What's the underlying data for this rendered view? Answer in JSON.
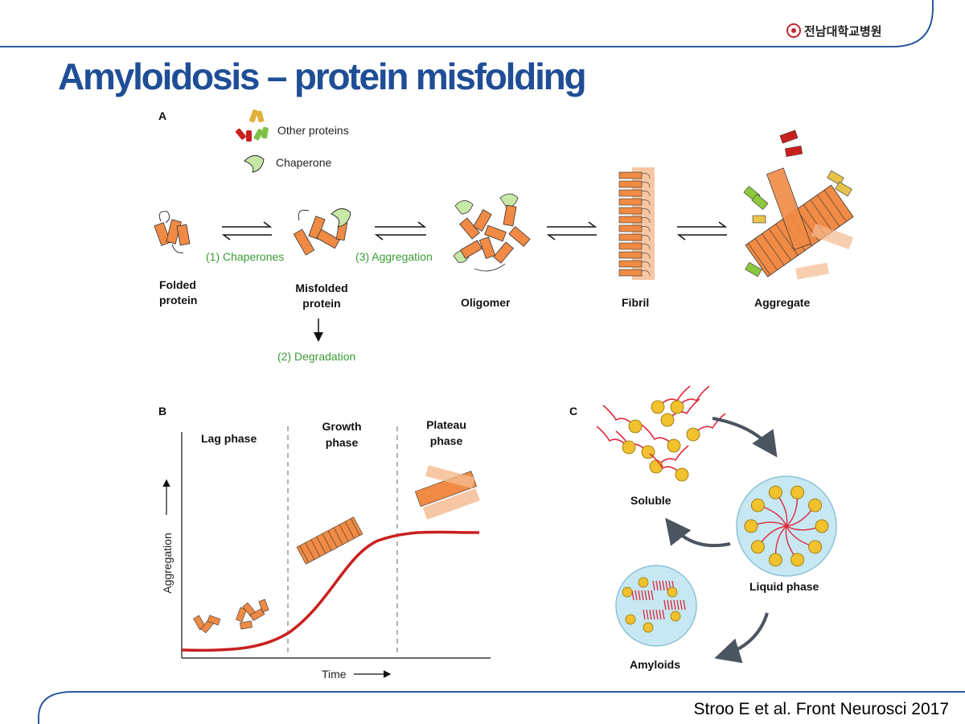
{
  "slide": {
    "title": "Amyloidosis – protein misfolding",
    "logo_text": "전남대학교병원",
    "citation": "Stroo E et al. Front Neurosci 2017"
  },
  "panel_a": {
    "letter": "A",
    "legend": {
      "other_proteins": "Other proteins",
      "chaperone": "Chaperone"
    },
    "stages": {
      "folded": [
        "Folded",
        "protein"
      ],
      "misfolded": [
        "Misfolded",
        "protein"
      ],
      "oligomer": "Oligomer",
      "fibril": "Fibril",
      "aggregate": "Aggregate"
    },
    "steps": {
      "chaperones": "(1) Chaperones",
      "degradation": "(2) Degradation",
      "aggregation": "(3) Aggregation"
    }
  },
  "panel_b": {
    "letter": "B",
    "phases": {
      "lag": "Lag phase",
      "growth": [
        "Growth",
        "phase"
      ],
      "plateau": [
        "Plateau",
        "phase"
      ]
    },
    "x_label": "Time",
    "y_label": "Aggregation"
  },
  "panel_c": {
    "letter": "C",
    "labels": {
      "soluble": "Soluble",
      "liquid": "Liquid phase",
      "amyloids": "Amyloids"
    }
  },
  "colors": {
    "title_blue": "#1f4e96",
    "frame_blue": "#2b5a9e",
    "protein_orange": "#f08a44",
    "protein_light": "#f5b98e",
    "step_green": "#3a9b35",
    "curve_red": "#c9201e",
    "droplet_blue": "#c7e8f2",
    "bead_yellow": "#f2c12e",
    "chain_red": "#e0263a"
  }
}
